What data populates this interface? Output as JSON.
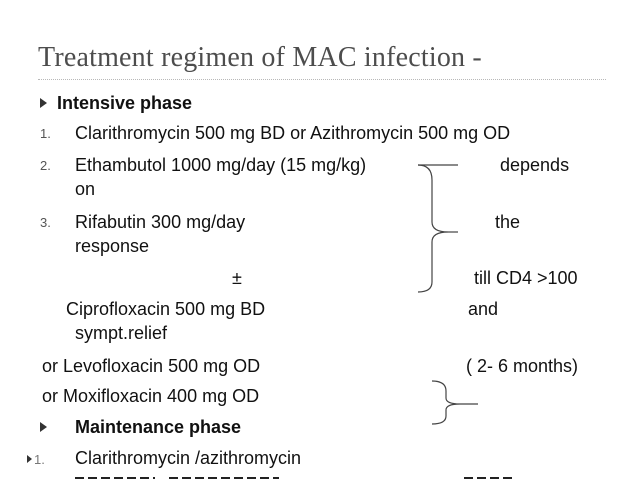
{
  "title": "Treatment regimen of MAC infection -",
  "intensive_heading": "Intensive phase",
  "intensive_items": [
    {
      "num": "1.",
      "text": "Clarithromycin 500 mg BD or Azithromycin 500 mg OD"
    },
    {
      "num": "2.",
      "text": "Ethambutol 1000 mg/day (15 mg/kg)"
    },
    {
      "num": "3.",
      "text": "Rifabutin 300 mg/day"
    }
  ],
  "wrap_on": "on",
  "wrap_response": "response",
  "plus_minus": "±",
  "alt_drugs": [
    "Ciprofloxacin 500 mg BD",
    "or Levofloxacin 500 mg  OD",
    "or Moxifloxacin 400 mg OD"
  ],
  "side_note": {
    "depends": "depends",
    "the": "the",
    "till": "till CD4 >100",
    "and": "and",
    "sympt": "sympt.relief",
    "duration": "( 2- 6 months)"
  },
  "maintenance_heading": "Maintenance phase",
  "maintenance_items": [
    {
      "num": "1.",
      "text": "Clarithromycin /azithromycin"
    }
  ],
  "colors": {
    "title": "#4d4d4d",
    "text": "#111111",
    "bracket": "#444444"
  }
}
